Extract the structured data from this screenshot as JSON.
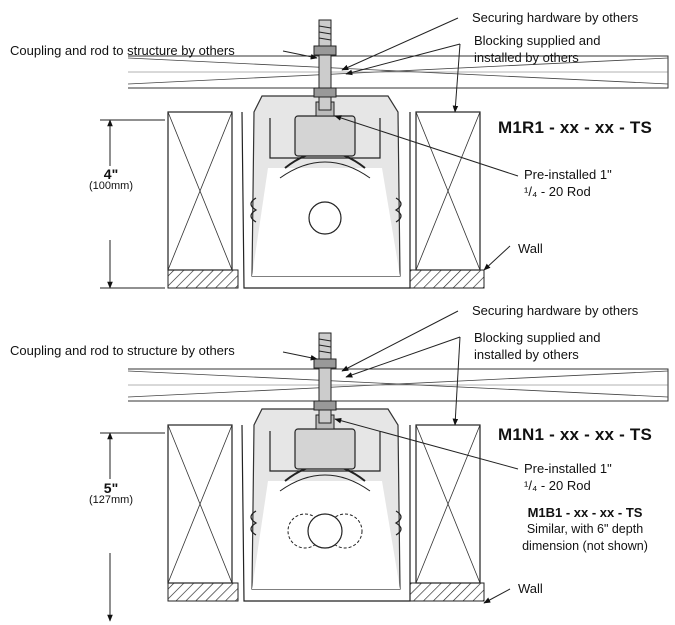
{
  "top": {
    "coupling": "Coupling  and rod to structure by others",
    "securing": "Securing hardware by others",
    "blocking_1": "Blocking supplied and",
    "blocking_2": "installed by others",
    "model": "M1R1 - xx - xx - TS",
    "rod_1": "Pre-installed 1\"",
    "rod_2": "¹/₄ - 20 Rod",
    "dim_value": "4\"",
    "dim_metric": "(100mm)",
    "wall": "Wall"
  },
  "bottom": {
    "coupling": "Coupling  and rod to structure by others",
    "securing": "Securing hardware by others",
    "blocking_1": "Blocking supplied and",
    "blocking_2": "installed by others",
    "model": "M1N1 - xx - xx - TS",
    "rod_1": "Pre-installed 1\"",
    "rod_2": "¹/₄ - 20 Rod",
    "dim_value": "5\"",
    "dim_metric": "(127mm)",
    "alt_model": "M1B1 - xx - xx - TS",
    "alt_1": "Similar, with 6\" depth",
    "alt_2": "dimension (not shown)",
    "wall": "Wall"
  }
}
